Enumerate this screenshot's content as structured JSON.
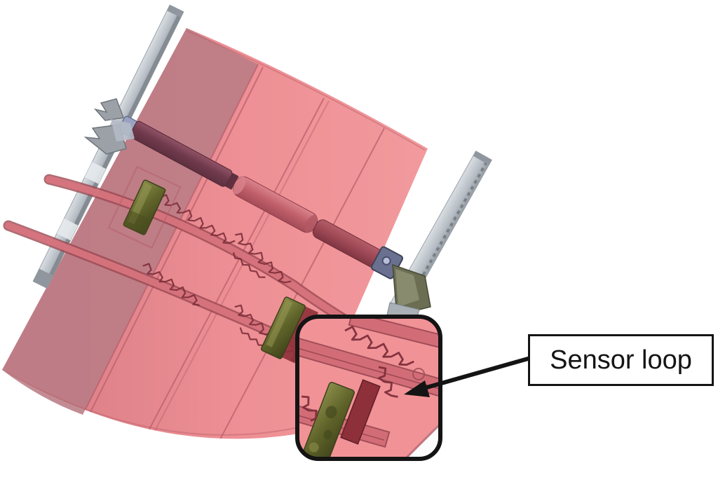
{
  "callout": {
    "label": "Sensor loop"
  },
  "parts": [
    "sail-panel",
    "left-mast-rail",
    "right-mast-rail",
    "rail-clamp-brackets",
    "linear-actuator-cylinder",
    "batten-tubes",
    "sensor-loop-wires",
    "sensor-housing-blocks",
    "magnifier-inset",
    "callout-arrow",
    "sensor-loop-label"
  ],
  "colors": {
    "bg": "#ffffff",
    "ink": "#141414",
    "panel": "#ee9095",
    "panelMauve": "#b97c85",
    "seam": "#bb5f6a",
    "tubeEdge": "#9a4750",
    "tubeCore": "#d9767f",
    "wire": "#7d2f3a",
    "olive": "#646a2d",
    "patch": "#8e3039",
    "railFace": "#bcc3c9",
    "railEdge": "#878e95",
    "bracketGray": "#9ba1a7",
    "blue": "#8e96b8",
    "insetBg": "#f19297"
  }
}
